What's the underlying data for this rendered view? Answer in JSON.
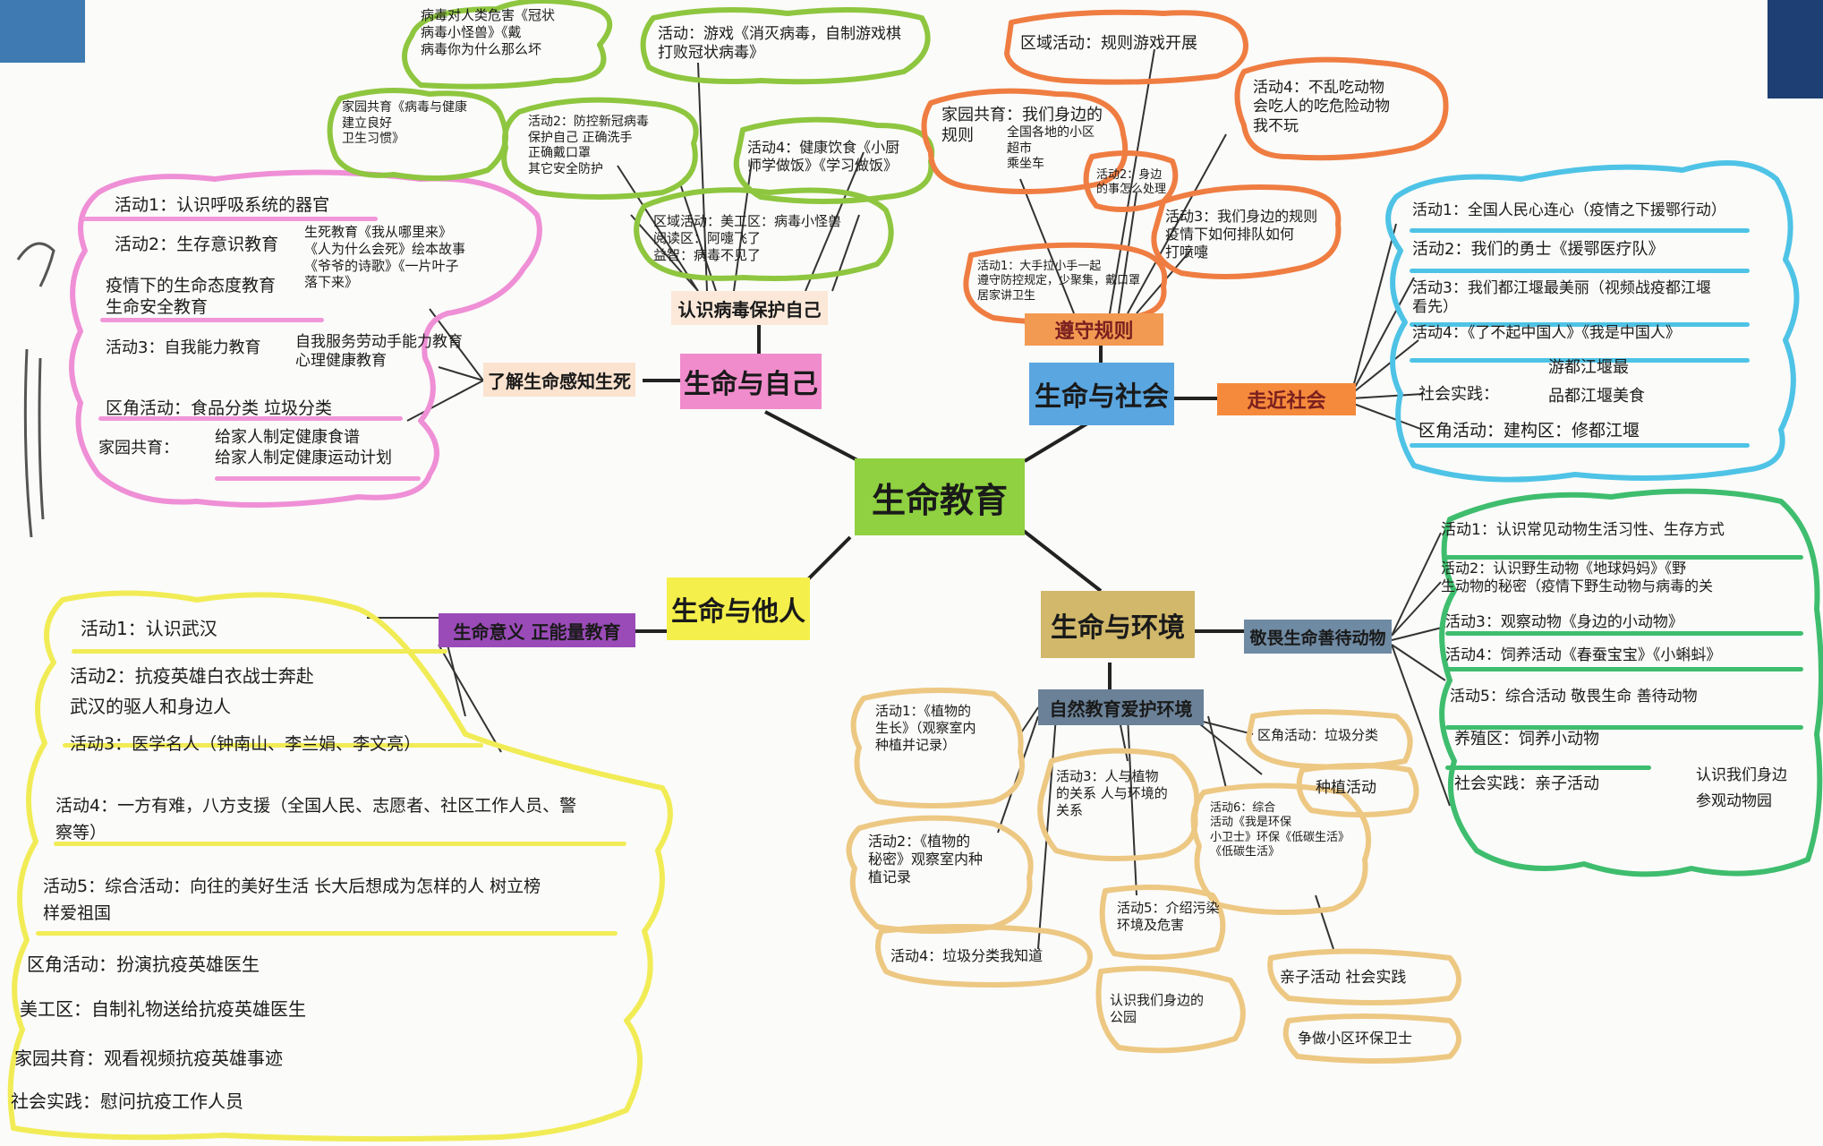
{
  "center": {
    "label": "生命教育",
    "color": "#8fd140"
  },
  "branches": [
    {
      "id": "self",
      "label": "生命与自己",
      "color": "#f08ccc"
    },
    {
      "id": "society",
      "label": "生命与社会",
      "color": "#5aa6e0"
    },
    {
      "id": "others",
      "label": "生命与他人",
      "color": "#f4ef4a"
    },
    {
      "id": "env",
      "label": "生命与环境",
      "color": "#d1b86a"
    }
  ],
  "subs": {
    "self_virus": "认识病毒保护自己",
    "self_feel": "了解生命感知生死",
    "soc_rules": "遵守规则",
    "soc_society": "走近社会",
    "oth_meaning": "生命意义 正能量教育",
    "env_animal": "敬畏生命善待动物",
    "env_nature": "自然教育爱护环境"
  },
  "texts": {
    "v1": "病毒对人类危害《冠状\n病毒小怪兽》《戴\n病毒你为什么那么坏",
    "v2": "活动：游戏《消灭病毒，自制游戏棋\n打败冠状病毒》",
    "v3": "家园共育《病毒与健康\n建立良好\n卫生习惯》",
    "v4": "活动2：防控新冠病毒\n保护自己 正确洗手\n正确戴口罩\n其它安全防护",
    "v5": "活动4：健康饮食《小厨\n师学做饭》《学习做饭》",
    "v6": "区域活动：美工区：病毒小怪兽\n阅读区：阿嚏飞了\n益智：病毒不见了",
    "p1": "活动1：认识呼吸系统的器官",
    "p2": "活动2：生存意识教育",
    "p3": "生死教育《我从哪里来》\n《人为什么会死》绘本故事\n《爷爷的诗歌》《一片叶子\n落下来》",
    "p4": "疫情下的生命态度教育\n生命安全教育",
    "p5": "活动3：自我能力教育",
    "p6": "自我服务劳动手能力教育\n心理健康教育",
    "p7": "区角活动：食品分类 垃圾分类",
    "p8": "家园共育：",
    "p9": "给家人制定健康食谱\n给家人制定健康运动计划",
    "r1": "区域活动：规则游戏开展",
    "r2": "家园共育：我们身边的\n规则",
    "r3": "全国各地的小区\n超市\n乘坐车",
    "r4": "活动2：身边的事怎么处理",
    "r5": "活动4：不乱吃动物\n会吃人的吃危险动物\n我不玩",
    "r6": "活动3：我们身边的规则\n疫情下如何排队如何\n打喷嚏",
    "r7": "活动1：大手拉小手一起\n遵守防控规定，少聚集，戴口罩\n居家讲卫生",
    "s1": "活动1：全国人民心连心（疫情之下援鄂行动）",
    "s2": "活动2：我们的勇士《援鄂医疗队》",
    "s3": "活动3：我们都江堰最美丽（视频战疫都江堰\n看先）",
    "s4": "活动4：《了不起中国人》《我是中国人》",
    "s5": "社会实践：",
    "s6": "游都江堰最\n品都江堰美食",
    "s7": "区角活动：建构区：修都江堰",
    "o1": "活动1：认识武汉",
    "o2": "活动2：抗疫英雄白衣战士奔赴\n武汉的驱人和身边人",
    "o3": "活动3：医学名人（钟南山、李兰娟、李文亮）",
    "o4": "活动4：一方有难，八方支援（全国人民、志愿者、社区工作人员、警\n察等）",
    "o5": "活动5：综合活动：向往的美好生活 长大后想成为怎样的人 树立榜\n样爱祖国",
    "o6": "区角活动：扮演抗疫英雄医生",
    "o7": "美工区：自制礼物送给抗疫英雄医生",
    "o8": "家园共育：观看视频抗疫英雄事迹",
    "o9": "社会实践：慰问抗疫工作人员",
    "a1": "活动1：认识常见动物生活习性、生存方式",
    "a2": "活动2：认识野生动物《地球妈妈》《野\n生动物的秘密（疫情下野生动物与病毒的关",
    "a3": "活动3：观察动物《身边的小动物》",
    "a4": "活动4：饲养活动《春蚕宝宝》《小蝌蚪》",
    "a5": "活动5：综合活动 敬畏生命 善待动物",
    "a6": "养殖区：饲养小动物",
    "a7": "社会实践：亲子活动",
    "a8": "认识我们身边\n参观动物园",
    "n1": "活动1：《植物的\n生长》（观察室内\n种植并记录）",
    "n2": "活动3：人与植物\n的关系 人与环境的\n关系",
    "n3": "区角活动：垃圾分类",
    "n4": "种植活动",
    "n5": "活动6：综合\n活动《我是环保\n小卫士》环保《低碳生活》\n《低碳生活》",
    "n6": "活动2：《植物的\n秘密》观察室内种\n植记录",
    "n7": "活动5：介绍污染\n环境及危害",
    "n8": "活动4：垃圾分类我知道",
    "n9": "亲子活动 社会实践",
    "n10": "认识我们身边的\n公园",
    "n11": "争做小区环保卫士"
  }
}
